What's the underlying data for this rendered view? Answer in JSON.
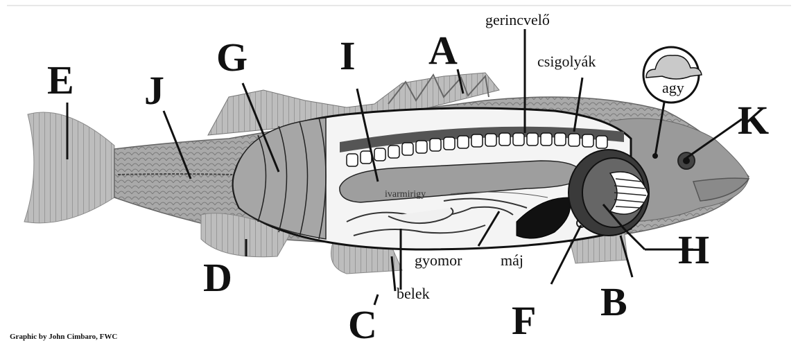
{
  "labels": {
    "A": "A",
    "B": "B",
    "C": "C",
    "D": "D",
    "E": "E",
    "F": "F",
    "G": "G",
    "H": "H",
    "I": "I",
    "J": "J",
    "K": "K"
  },
  "terms": {
    "gerincvelo": "gerincvelő",
    "csigolyak": "csigolyák",
    "agy": "agy",
    "ivarmirigy": "ivarmirigy",
    "gyomor": "gyomor",
    "maj": "máj",
    "belek": "belek"
  },
  "credit": "Graphic by John Cimbaro, FWC"
}
